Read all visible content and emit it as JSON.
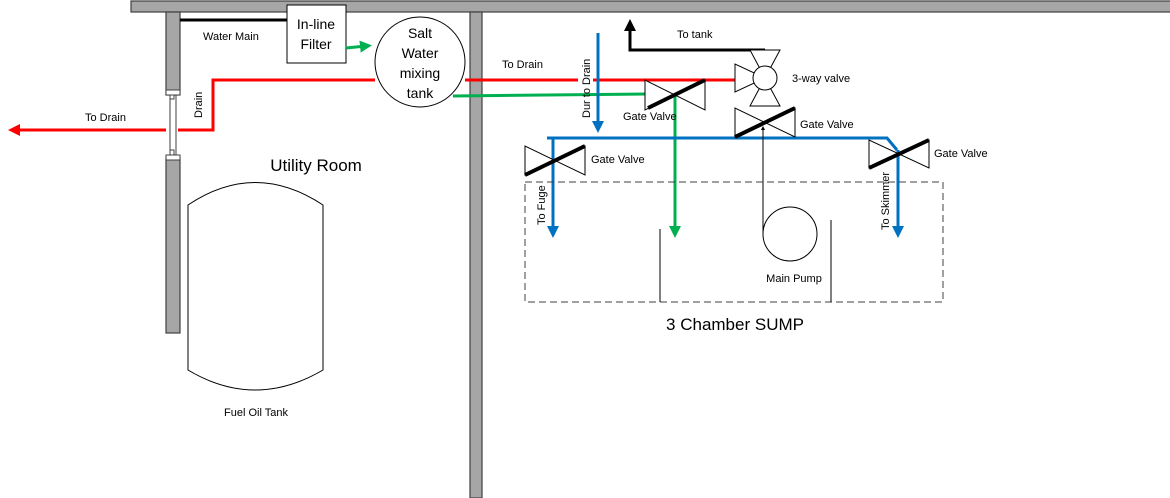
{
  "colors": {
    "drain": "#ff0000",
    "salt": "#00b050",
    "sump": "#0070c0",
    "main": "#000000",
    "wall": "#a6a6a6"
  },
  "labels": {
    "water_main": "Water Main",
    "filter_line1": "In-line",
    "filter_line2": "Filter",
    "tank_line1": "Salt",
    "tank_line2": "Water",
    "tank_line3": "mixing",
    "tank_line4": "tank",
    "to_drain_left": "To Drain",
    "drain_vertical": "Drain",
    "to_drain_right": "To Drain",
    "dur_to_drain": "Dur to Drain",
    "to_tank": "To tank",
    "three_way_valve": "3-way valve",
    "gate_valve_green": "Gate Valve",
    "gate_valve_pump": "Gate Valve",
    "gate_valve_fuge": "Gate Valve",
    "gate_valve_skimmer": "Gate Valve",
    "to_fuge": "To Fuge",
    "to_skimmer": "To Skimmer",
    "main_pump": "Main Pump",
    "sump": "3 Chamber SUMP",
    "utility_room": "Utility Room",
    "fuel_tank": "Fuel Oil Tank"
  }
}
